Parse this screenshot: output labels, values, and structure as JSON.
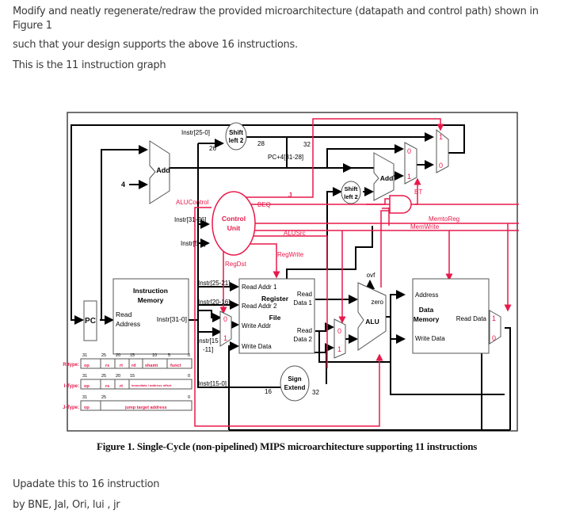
{
  "question": {
    "line1": "Modify and neatly regenerate/redraw the provided microarchitecture (datapath and control path) shown in Figure 1",
    "line2": "such that your design supports the above 16 instructions.",
    "line3": "This is the 11 instruction graph",
    "line4": "Upadate this to 16 instruction",
    "line5": "by BNE, Jal, Ori, lui , jr"
  },
  "figure": {
    "caption": "Figure 1.  Single-Cycle (non-pipelined) MIPS microarchitecture supporting 11 instructions",
    "colors": {
      "datapath": "#000000",
      "control": "#e8194a"
    },
    "components": {
      "pc": "PC",
      "add_pc": "Add",
      "const_four": "4",
      "instr_mem_title1": "Instruction",
      "instr_mem_title2": "Memory",
      "instr_mem_in1": "Read",
      "instr_mem_in2": "Address",
      "instr_mem_out": "Instr[31-0]",
      "shift_top1": "Shift",
      "shift_top2": "left 2",
      "shift_br1": "Shift",
      "shift_br2": "left 2",
      "add_branch": "Add",
      "control1": "Control",
      "control2": "Unit",
      "regfile_ra1": "Read Addr 1",
      "regfile_ra2": "Read Addr 2",
      "regfile_title1": "Register",
      "regfile_title2": "File",
      "regfile_wa": "Write Addr",
      "regfile_wd": "Write Data",
      "regfile_rd1a": "Read",
      "regfile_rd1b": "Data 1",
      "regfile_rd2a": "Read",
      "regfile_rd2b": "Data 2",
      "sign1": "Sign",
      "sign2": "Extend",
      "alu": "ALU",
      "zero": "zero",
      "ovf": "ovf",
      "dmem_addr": "Address",
      "dmem_title1": "Data",
      "dmem_title2": "Memory",
      "dmem_rd": "Read Data",
      "dmem_wd": "Write Data"
    },
    "wire_labels": {
      "instr_25_0": "Instr[25-0]",
      "w26": "26",
      "w28": "28",
      "w32a": "32",
      "pc4": "PC+4[31-28]",
      "instr_31_26": "Instr[31-26]",
      "instr_5_0": "Instr[5-0]",
      "instr_25_21": "Instr[25-21]",
      "instr_20_16": "Instr[20-16]",
      "instr_15_11a": "Instr[15",
      "instr_15_11b": "-11]",
      "instr_15_0": "Instr[15-0]",
      "w16": "16",
      "w32b": "32"
    },
    "control_signals": {
      "alucontrol": "ALUControl",
      "j": "J",
      "beq": "BEQ",
      "alusrc": "ALUSrc",
      "regwrite": "RegWrite",
      "regdst": "RegDst",
      "bt": "BT",
      "memtoreg": "MemtoReg",
      "memwrite": "MemWrite"
    },
    "mux_inputs": {
      "zero": "0",
      "one": "1"
    },
    "formats": [
      {
        "name": "R-type:",
        "bits": [
          "31",
          "25",
          "20",
          "15",
          "10",
          "5",
          "0"
        ],
        "fields": [
          "op",
          "rs",
          "rt",
          "rd",
          "shamt",
          "funct"
        ]
      },
      {
        "name": "I-Type:",
        "bits": [
          "31",
          "25",
          "20",
          "15",
          "0"
        ],
        "fields": [
          "op",
          "rs",
          "rt",
          "immediate / address offset"
        ]
      },
      {
        "name": "J-Type:",
        "bits": [
          "31",
          "25",
          "0"
        ],
        "fields": [
          "op",
          "jump target address"
        ]
      }
    ]
  }
}
